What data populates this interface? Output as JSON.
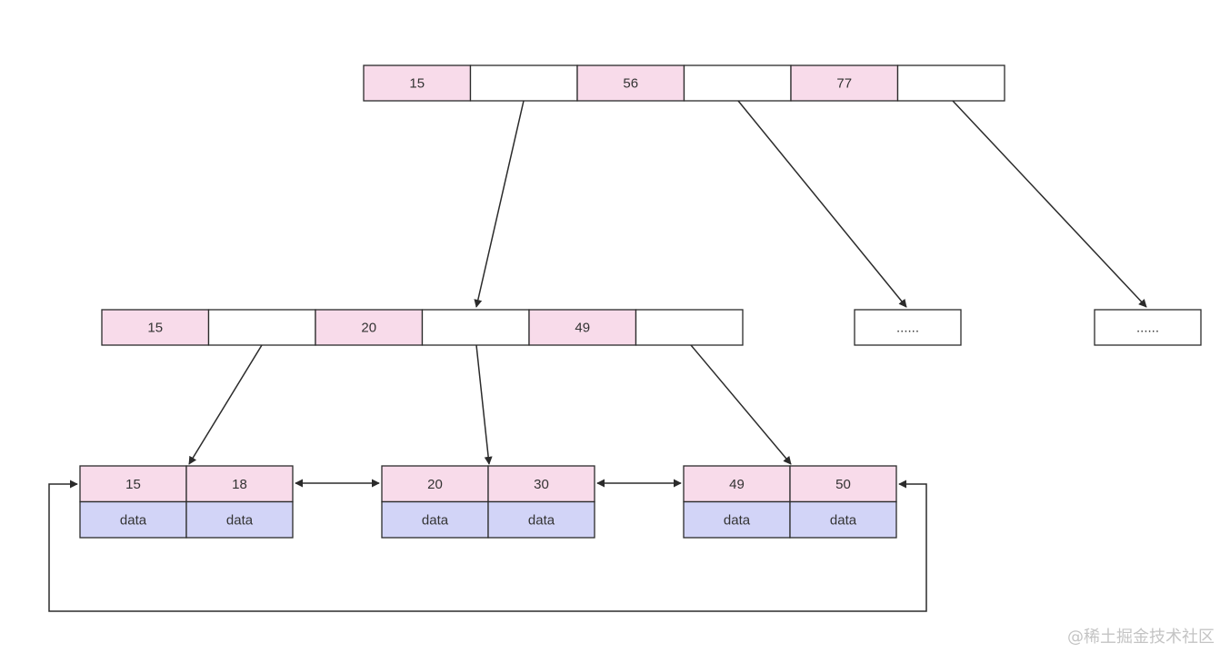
{
  "colors": {
    "key": "#f8dbea",
    "data": "#d2d4f7",
    "pointer": "#ffffff",
    "stroke": "#2b2b2b"
  },
  "root_node": {
    "cells": [
      {
        "text": "15",
        "kind": "key"
      },
      {
        "text": "",
        "kind": "pointer"
      },
      {
        "text": "56",
        "kind": "key"
      },
      {
        "text": "",
        "kind": "pointer"
      },
      {
        "text": "77",
        "kind": "key"
      },
      {
        "text": "",
        "kind": "pointer"
      }
    ]
  },
  "internal_node": {
    "cells": [
      {
        "text": "15",
        "kind": "key"
      },
      {
        "text": "",
        "kind": "pointer"
      },
      {
        "text": "20",
        "kind": "key"
      },
      {
        "text": "",
        "kind": "pointer"
      },
      {
        "text": "49",
        "kind": "key"
      },
      {
        "text": "",
        "kind": "pointer"
      }
    ]
  },
  "placeholder_nodes": [
    {
      "text": "......"
    },
    {
      "text": "......"
    }
  ],
  "leaf_nodes": [
    {
      "keys": [
        "15",
        "18"
      ],
      "data": [
        "data",
        "data"
      ]
    },
    {
      "keys": [
        "20",
        "30"
      ],
      "data": [
        "data",
        "data"
      ]
    },
    {
      "keys": [
        "49",
        "50"
      ],
      "data": [
        "data",
        "data"
      ]
    }
  ],
  "watermark": "@稀土掘金技术社区"
}
